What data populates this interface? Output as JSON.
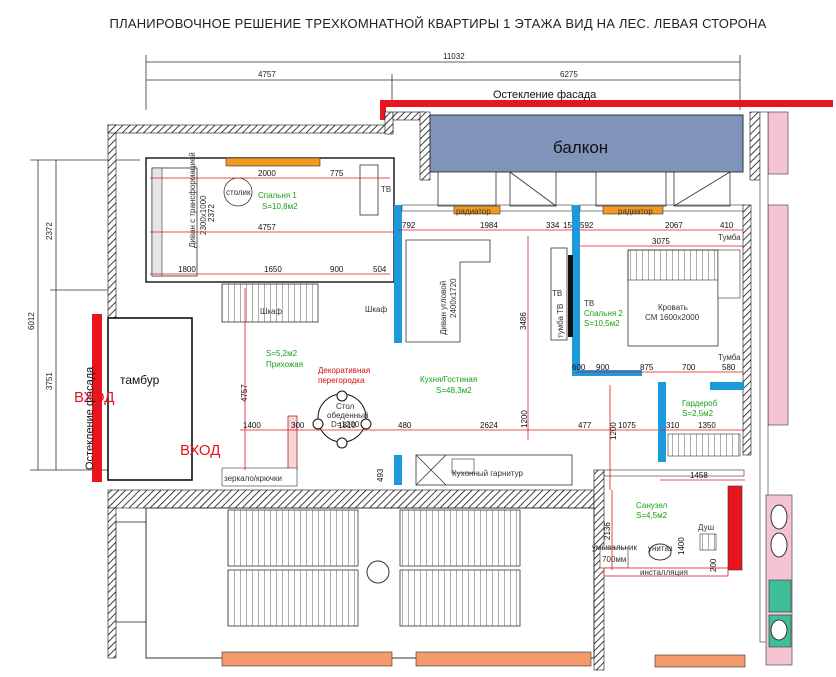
{
  "title": "ПЛАНИРОВОЧНОЕ РЕШЕНИЕ ТРЕХКОМНАТНОЙ КВАРТИРЫ 1 ЭТАЖА ВИД НА ЛЕС. ЛЕВАЯ СТОРОНА",
  "dimensions_top": {
    "total": "11032",
    "left": "4757",
    "right": "6275"
  },
  "dimensions_left": {
    "total": "6012",
    "upper": "2372",
    "lower": "3751"
  },
  "facade_glazing_top": "Остекление фасада",
  "facade_glazing_left": "Остекление фасада",
  "balcony": "балкон",
  "entrance": "ВХОД",
  "vestibule": "тамбур",
  "rooms": {
    "bedroom1": {
      "name": "Спальня 1",
      "area": "S=10,8м2"
    },
    "bedroom2": {
      "name": "Спальня 2",
      "area": "S=10,5м2"
    },
    "hallway": {
      "area": "S=5,2м2",
      "name": "Прихожая"
    },
    "kitchen": {
      "name": "Кухня/Гостиная",
      "area": "S=48,3м2"
    },
    "wardrobe": {
      "name": "Гардероб",
      "area": "S=2,5м2"
    },
    "bathroom": {
      "name": "Санузел",
      "area": "S=4,5м2"
    }
  },
  "furniture": {
    "sofa_bed": "Диван с трансформацией",
    "sofa_bed_size": "2300х1000",
    "small_table": "столик",
    "tv": "ТВ",
    "wardrobe_cabinet": "Шкаф",
    "radiator": "радиатор",
    "corner_sofa": "Диван угловой",
    "corner_sofa_size": "2400х1720",
    "tv_stand": "тумба ТВ",
    "bed": "Кровать",
    "bed_size": "СМ 1600х2000",
    "nightstand": "Тумба",
    "decorative_partition_1": "Декоративная",
    "decorative_partition_2": "перегородка",
    "dining_table_1": "Стол",
    "dining_table_2": "обеденный",
    "dining_table_3": "D=1200",
    "mirror_hooks": "зеркало/крючки",
    "kitchen_set": "Кухонный гарнитур",
    "washbasin": "умывальник",
    "washbasin_size": "700мм",
    "toilet": "унитаз",
    "shower": "Душ",
    "installation": "инсталляция"
  },
  "inner_dims": {
    "d2000": "2000",
    "d775": "775",
    "d4757": "4757",
    "d1650": "1650",
    "d900a": "900",
    "d504": "504",
    "d1800": "1800",
    "d792": "792",
    "d1984": "1984",
    "d334": "334",
    "d150": "150",
    "d592": "592",
    "d2067": "2067",
    "d410": "410",
    "d3075": "3075",
    "d1400": "1400",
    "d300": "300",
    "d1810": "1810",
    "d480": "480",
    "d2624": "2624",
    "d477": "477",
    "d1075": "1075",
    "d310": "310",
    "d1350": "1350",
    "d1458": "1458",
    "d900b": "900",
    "d875": "875",
    "d700": "700",
    "d580": "580",
    "d600": "600",
    "d3486": "3486",
    "d1200a": "1200",
    "d1200b": "1200",
    "d2372": "2372",
    "d4757v": "4757",
    "d493": "493",
    "d2136": "2136",
    "d1400v": "1400",
    "d200": "200"
  }
}
